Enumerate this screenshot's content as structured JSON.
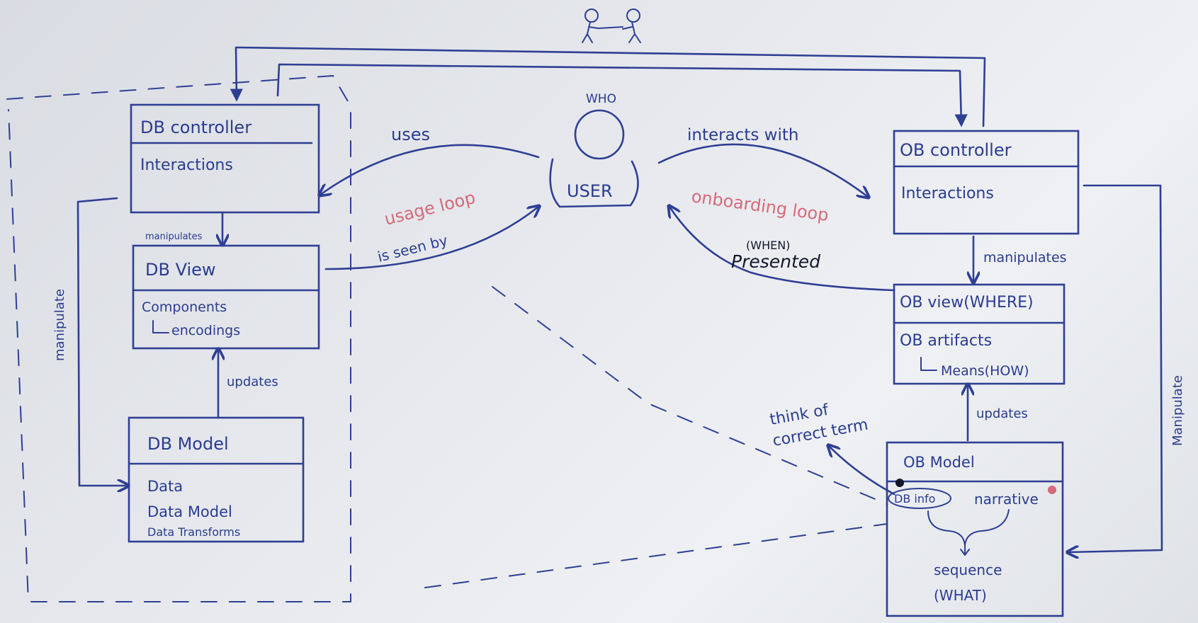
{
  "left": {
    "controller": {
      "title": "DB controller",
      "body": "Interactions"
    },
    "manipulates_small": "manipulates",
    "view": {
      "title": "DB View",
      "body1": "Components",
      "body2": "encodings"
    },
    "updates": "updates",
    "model": {
      "title": "DB Model",
      "body1": "Data",
      "body2": "Data Model",
      "body3": "Data Transforms"
    },
    "manipulates_side": "manipulate"
  },
  "center": {
    "who": "WHO",
    "user": "USER",
    "uses": "uses",
    "usage_loop": "usage loop",
    "is_seen_by": "is seen by",
    "interacts_with": "interacts with",
    "onboarding_loop": "onboarding loop",
    "when": "(WHEN)",
    "presented": "Presented"
  },
  "right": {
    "controller": {
      "title": "OB controller",
      "body": "Interactions"
    },
    "manipulates": "manipulates",
    "view": {
      "title": "OB view(WHERE)",
      "body1": "OB artifacts",
      "body2": "Means(HOW)"
    },
    "updates": "updates",
    "think1": "think of",
    "think2": "correct term",
    "model": {
      "title": "OB Model",
      "dbinfo": "DB info",
      "narrative": "narrative",
      "sequence": "sequence",
      "what": "(WHAT)"
    },
    "manipulates_side": "Manipulate"
  }
}
